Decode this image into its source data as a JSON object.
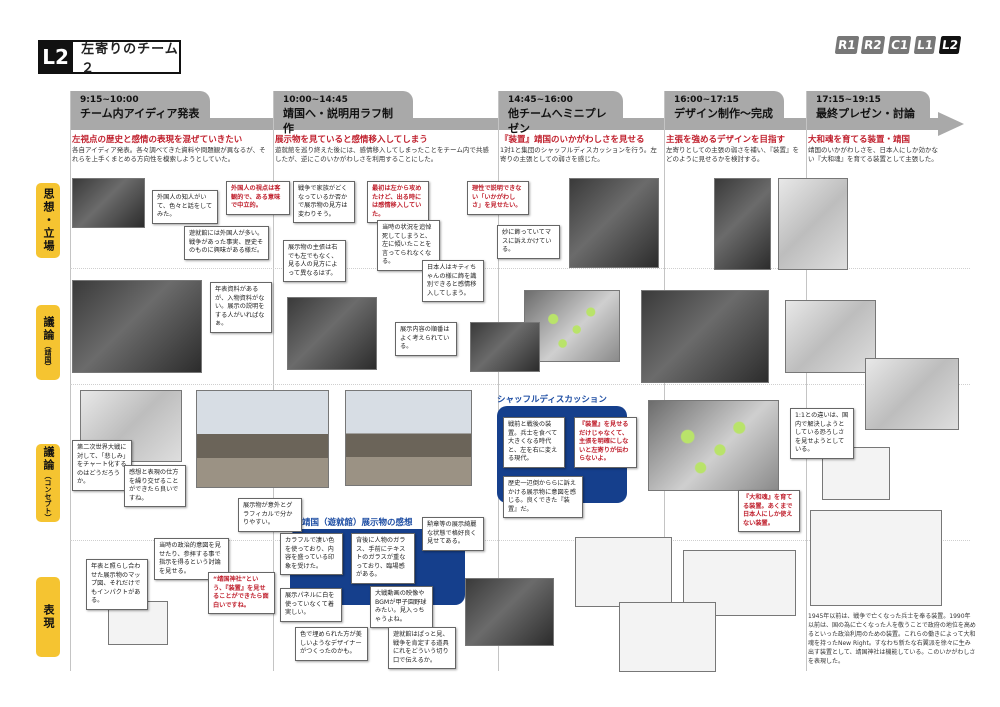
{
  "header": {
    "team_code": "L2",
    "team_name": "左寄りのチーム２",
    "codes": [
      {
        "label": "R1",
        "active": false
      },
      {
        "label": "R2",
        "active": false
      },
      {
        "label": "C1",
        "active": false
      },
      {
        "label": "L1",
        "active": false
      },
      {
        "label": "L2",
        "active": true
      }
    ]
  },
  "phases": [
    {
      "time": "9:15~10:00",
      "title": "チーム内アイディア発表",
      "head": "左視点の歴史と感情の表現を混ぜていきたい",
      "desc": "各自アイディア発表。各々調べてきた資料や問題観が異なるが、それらを上手くまとめる方向性を模索しようとしていた。"
    },
    {
      "time": "10:00~14:45",
      "title": "靖国へ・説明用ラフ制作",
      "head": "展示物を見ていると感情移入してしまう",
      "desc": "遊就館を巡り終えた後には、感情移入してしまったことをチーム内で共感したが、逆にこのいかがわしさを利用することにした。"
    },
    {
      "time": "14:45~16:00",
      "title": "他チームへミニプレゼン",
      "head": "『装置』靖国のいかがわしさを見せる",
      "desc": "1対1と集団のシャッフルディスカッションを行う。左寄りの主張としての弱さを感じた。"
    },
    {
      "time": "16:00~17:15",
      "title": "デザイン制作〜完成",
      "head": "主張を強めるデザインを目指す",
      "desc": "左寄りとしての主張の弱さを補い、『装置』をどのように見せるかを検討する。"
    },
    {
      "time": "17:15~19:15",
      "title": "最終プレゼン・討論",
      "head": "大和魂を育てる装置・靖国",
      "desc": "靖国のいかがわしさを、日本人にしか効かない『大和魂』を育てる装置として主張した。"
    }
  ],
  "rows": [
    {
      "label": "思想・立場",
      "sub": ""
    },
    {
      "label": "議論",
      "sub": "（靖国）"
    },
    {
      "label": "議論",
      "sub": "（コンセプト）"
    },
    {
      "label": "表現",
      "sub": ""
    }
  ],
  "notes": {
    "n1": "外国人の知人がいて、色々と話をしてみた。",
    "n2": "外国人の視点は客観的で、ある意味で中立的。",
    "n3": "遊就館には外国人が多い。戦争があった事実、歴史そのものに興味がある様だ。",
    "n4": "年表資料があるが、入物資料がない。展示の説明をする人がいればなぁ。",
    "n5": "戦争で家族がどくなっているか否かで展示物の見方は変わりそう。",
    "n6": "展示物の主張は右でも左でもなく、見る人の見方によって異なるはず。",
    "n7": "最初は左から攻めたけど、出る時には感情移入していた。",
    "n8": "当時の状況を追悼死してしまうと、左に傾いたことを言ってられなくなる。",
    "n9": "日本人はキティちゃんの様に飾を識別できると感情移入してしまう。",
    "n10": "展示内容の順番はよく考えられている。",
    "n11": "理性で説明できない「いかがわしさ」を見せたい。",
    "n12": "妙に飾っていてマスに訴えかけている。",
    "n13": "第二次世界大戦に対して、「悲しみ」をチャート化するのはどうだろうか。",
    "n14": "感想と表現の仕方を繰り交ぜることができたら良いですね。",
    "n15": "展示物が意外とグラフィカルで分かりやすい。",
    "n16": "カラフルで凄い色を使っており、内容を盛っている印象を受けた。",
    "n17": "展示パネルに白を使っていなくて着実しい。",
    "n18": "色で埋められた方が美しいようなデザイナーがつくったのかも。",
    "n19": "背後に人物のガラス、手前にテキストのガラスが重なっており、臨場感がある。",
    "n20": "大戦動画の映像やBGMが甲子園野球みたい。見入っちゃうよね。",
    "n21": "遊就館はぱっと見、戦争を肯定する道具にれをどういう切り口で伝えるか。",
    "n22": "勲章等の展示綺麗な状態で格好良く見せてある。",
    "n23": "当時の政治的意図を見せたり、参拝する事で指示を得るという討論を見せる。",
    "n24": "年表と照らし合わせた展示物のマップ図、それだけでもインパクトがある。",
    "n25": "“靖国神社”という、『装置』を見せることができたら面白いですね。",
    "n26": "戦前と戦後の装置。兵士を食べて大きくなる時代と、左を右に変える現代。",
    "n27": "『装置』を見せるだけじゃなくて、主張を明確にしないと左寄りが伝わらないよ。",
    "n28": "歴史一辺倒かららに訴えかける展示物に意図を感じる。良くできた『装置』だ。",
    "n29": "『大和魂』を育てる装置。あくまで日本人にしか使えない装置。",
    "n30": "1:1との違いは、国内で解決しようとしている恐ろしさを見せようとしている。"
  },
  "panels": {
    "shuffle": "シャッフルディスカッション",
    "yasukuni": "靖国（遊就館）展示物の感想"
  },
  "final_text": "1945年以前は、戦争で亡くなった兵士を奉る装置。1990年以前は、国の為に亡くなった人を敬うことで政府の地位を高めるといった政治利用のための装置。これらの働きによって大和魂を持ったNew Right。すなわち新たな右翼派を徐々に生み出す装置として、靖国神社は機能している。このいかがわしさを表現した。"
}
